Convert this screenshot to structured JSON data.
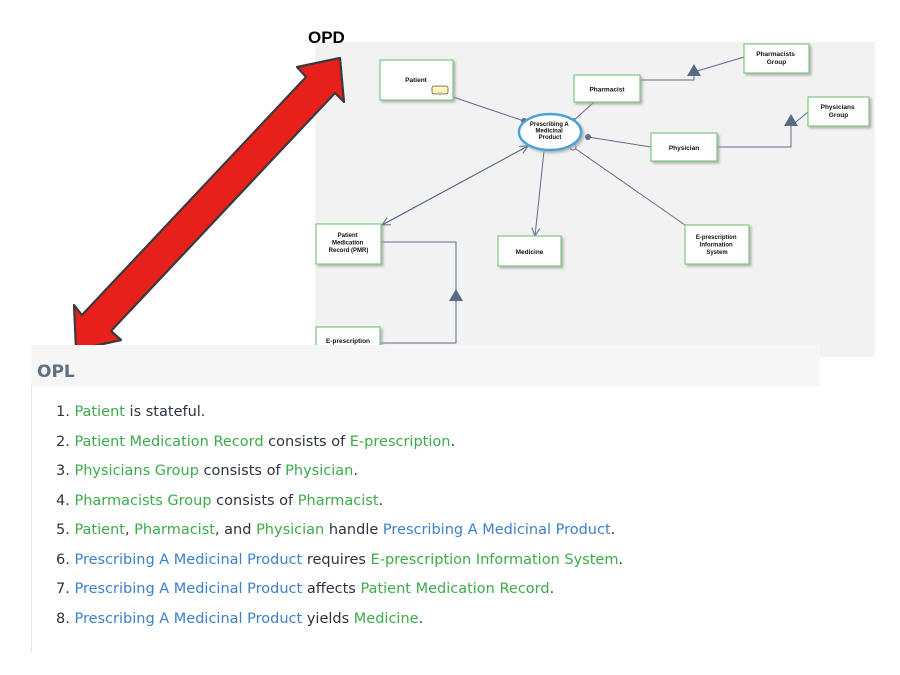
{
  "opd_label": "OPD",
  "opl_title": "OPL",
  "diagram": {
    "objects": {
      "patient": "Patient",
      "patient_state": "...",
      "pharmacist": "Pharmacist",
      "pharmacists_group": "Pharmacists Group",
      "physician": "Physician",
      "physicians_group": "Physicians Group",
      "pmr": "Patient Medication Record (PMR)",
      "medicine": "Medicine",
      "eps": "E-prescription Information System",
      "eprescription": "E-prescription"
    },
    "process": "Prescribing A Medicinal Product"
  },
  "colors": {
    "object_green": "#3cab4a",
    "process_blue": "#3c80c7",
    "text_dark": "#2c3440",
    "arrow_red": "#e8201c",
    "object_border": "#7bc97b",
    "process_border": "#4aa3d8"
  },
  "opl": [
    {
      "number": "1.",
      "segments": [
        {
          "t": "Patient",
          "k": "obj"
        },
        {
          "t": " is stateful.",
          "k": "txt"
        }
      ]
    },
    {
      "number": "2.",
      "segments": [
        {
          "t": "Patient Medication Record",
          "k": "obj"
        },
        {
          "t": " consists of ",
          "k": "txt"
        },
        {
          "t": "E-prescription",
          "k": "obj"
        },
        {
          "t": ".",
          "k": "txt"
        }
      ]
    },
    {
      "number": "3.",
      "segments": [
        {
          "t": "Physicians Group",
          "k": "obj"
        },
        {
          "t": " consists of ",
          "k": "txt"
        },
        {
          "t": "Physician",
          "k": "obj"
        },
        {
          "t": ".",
          "k": "txt"
        }
      ]
    },
    {
      "number": "4.",
      "segments": [
        {
          "t": "Pharmacists Group",
          "k": "obj"
        },
        {
          "t": " consists of ",
          "k": "txt"
        },
        {
          "t": "Pharmacist",
          "k": "obj"
        },
        {
          "t": ".",
          "k": "txt"
        }
      ]
    },
    {
      "number": "5.",
      "segments": [
        {
          "t": "Patient",
          "k": "obj"
        },
        {
          "t": ", ",
          "k": "txt"
        },
        {
          "t": "Pharmacist",
          "k": "obj"
        },
        {
          "t": ", and ",
          "k": "txt"
        },
        {
          "t": "Physician",
          "k": "obj"
        },
        {
          "t": " handle ",
          "k": "txt"
        },
        {
          "t": "Prescribing A Medicinal Product",
          "k": "proc"
        },
        {
          "t": ".",
          "k": "txt"
        }
      ]
    },
    {
      "number": "6.",
      "segments": [
        {
          "t": "Prescribing A Medicinal Product",
          "k": "proc"
        },
        {
          "t": " requires ",
          "k": "txt"
        },
        {
          "t": "E-prescription Information System",
          "k": "obj"
        },
        {
          "t": ".",
          "k": "txt"
        }
      ]
    },
    {
      "number": "7.",
      "segments": [
        {
          "t": "Prescribing A Medicinal Product",
          "k": "proc"
        },
        {
          "t": " affects ",
          "k": "txt"
        },
        {
          "t": "Patient Medication Record",
          "k": "obj"
        },
        {
          "t": ".",
          "k": "txt"
        }
      ]
    },
    {
      "number": "8.",
      "segments": [
        {
          "t": "Prescribing A Medicinal Product",
          "k": "proc"
        },
        {
          "t": " yields ",
          "k": "txt"
        },
        {
          "t": "Medicine",
          "k": "obj"
        },
        {
          "t": ".",
          "k": "txt"
        }
      ]
    }
  ]
}
